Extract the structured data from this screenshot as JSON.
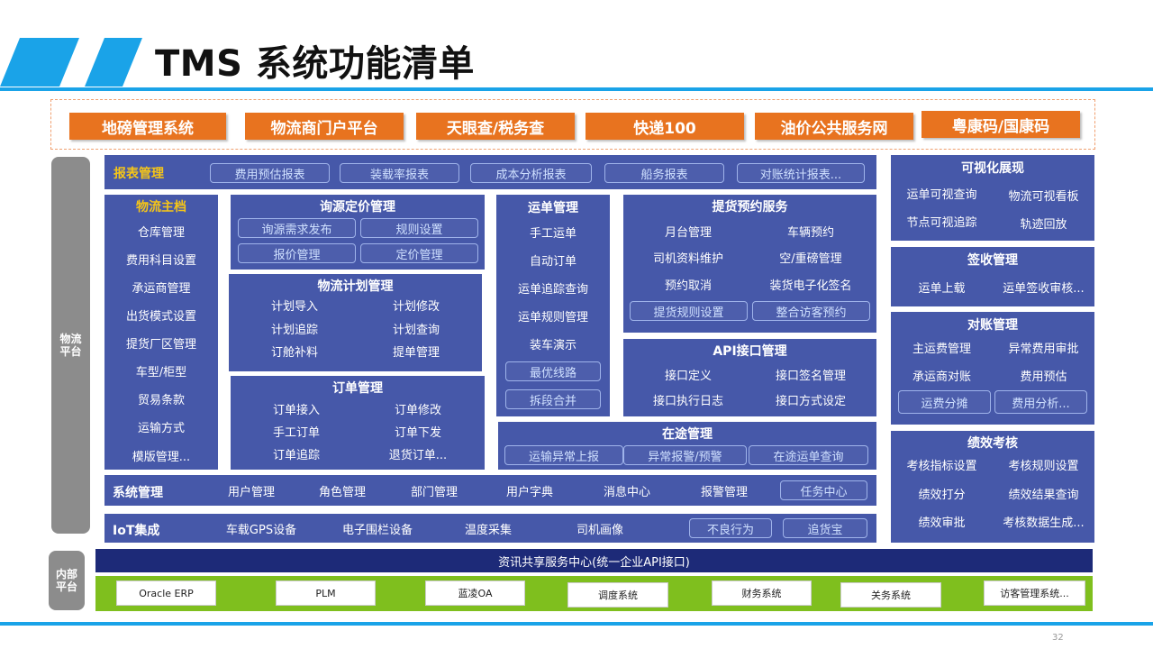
{
  "header": {
    "title": "TMS 系统功能清单",
    "page_number": "32"
  },
  "external_systems": [
    "地磅管理系统",
    "物流商门户平台",
    "天眼查/税务查",
    "快递100",
    "油价公共服务网",
    "粤康码/国康码"
  ],
  "side_labels": {
    "logistics_platform": "物流\n平台",
    "internal_platform": "内部\n平台"
  },
  "report_mgmt": {
    "title": "报表管理",
    "items": [
      "费用预估报表",
      "装载率报表",
      "成本分析报表",
      "船务报表",
      "对账统计报表..."
    ]
  },
  "master_data": {
    "title": "物流主档",
    "items": [
      "仓库管理",
      "费用科目设置",
      "承运商管理",
      "出货模式设置",
      "提货厂区管理",
      "车型/柜型",
      "贸易条款",
      "运输方式",
      "模版管理..."
    ]
  },
  "pricing": {
    "title": "询源定价管理",
    "pills": [
      "询源需求发布",
      "规则设置",
      "报价管理",
      "定价管理"
    ]
  },
  "planning": {
    "title": "物流计划管理",
    "items": [
      "计划导入",
      "计划修改",
      "计划追踪",
      "计划查询",
      "订舱补料",
      "提单管理"
    ]
  },
  "orders": {
    "title": "订单管理",
    "items": [
      "订单接入",
      "订单修改",
      "手工订单",
      "订单下发",
      "订单追踪",
      "退货订单..."
    ]
  },
  "waybill": {
    "title": "运单管理",
    "items": [
      "手工运单",
      "自动订单",
      "运单追踪查询",
      "运单规则管理",
      "装车演示"
    ],
    "pills": [
      "最优线路",
      "拆段合并"
    ]
  },
  "pickup": {
    "title": "提货预约服务",
    "items": [
      "月台管理",
      "车辆预约",
      "司机资料维护",
      "空/重磅管理",
      "预约取消",
      "装货电子化签名"
    ],
    "pills": [
      "提货规则设置",
      "整合访客预约"
    ]
  },
  "api": {
    "title": "API接口管理",
    "items": [
      "接口定义",
      "接口签名管理",
      "接口执行日志",
      "接口方式设定"
    ]
  },
  "transit": {
    "title": "在途管理",
    "pills": [
      "运输异常上报",
      "异常报警/预警",
      "在途运单查询"
    ]
  },
  "visual": {
    "title": "可视化展现",
    "items": [
      "运单可视查询",
      "物流可视看板",
      "节点可视追踪",
      "轨迹回放"
    ]
  },
  "signoff": {
    "title": "签收管理",
    "items": [
      "运单上载",
      "运单签收审核..."
    ]
  },
  "reconcile": {
    "title": "对账管理",
    "items": [
      "主运费管理",
      "异常费用审批",
      "承运商对账",
      "费用预估"
    ],
    "pills": [
      "运费分摊",
      "费用分析..."
    ]
  },
  "performance": {
    "title": "绩效考核",
    "items": [
      "考核指标设置",
      "考核规则设置",
      "绩效打分",
      "绩效结果查询",
      "绩效审批",
      "考核数据生成..."
    ]
  },
  "sysmgmt": {
    "title": "系统管理",
    "items": [
      "用户管理",
      "角色管理",
      "部门管理",
      "用户字典",
      "消息中心",
      "报警管理"
    ],
    "pill": "任务中心"
  },
  "iot": {
    "title": "IoT集成",
    "items": [
      "车载GPS设备",
      "电子围栏设备",
      "温度采集",
      "司机画像"
    ],
    "pills": [
      "不良行为",
      "追货宝"
    ]
  },
  "info_center": "资讯共享服务中心(统一企业API接口)",
  "internal_systems": [
    "Oracle ERP",
    "PLM",
    "蓝凌OA",
    "调度系统",
    "财务系统",
    "关务系统",
    "访客管理系统..."
  ],
  "colors": {
    "orange": "#e8731f",
    "panel_blue": "#4658a9",
    "navy": "#1d2a78",
    "green": "#7fbf1e",
    "accent_blue": "#1aa3e8",
    "gold": "#f5c518"
  }
}
